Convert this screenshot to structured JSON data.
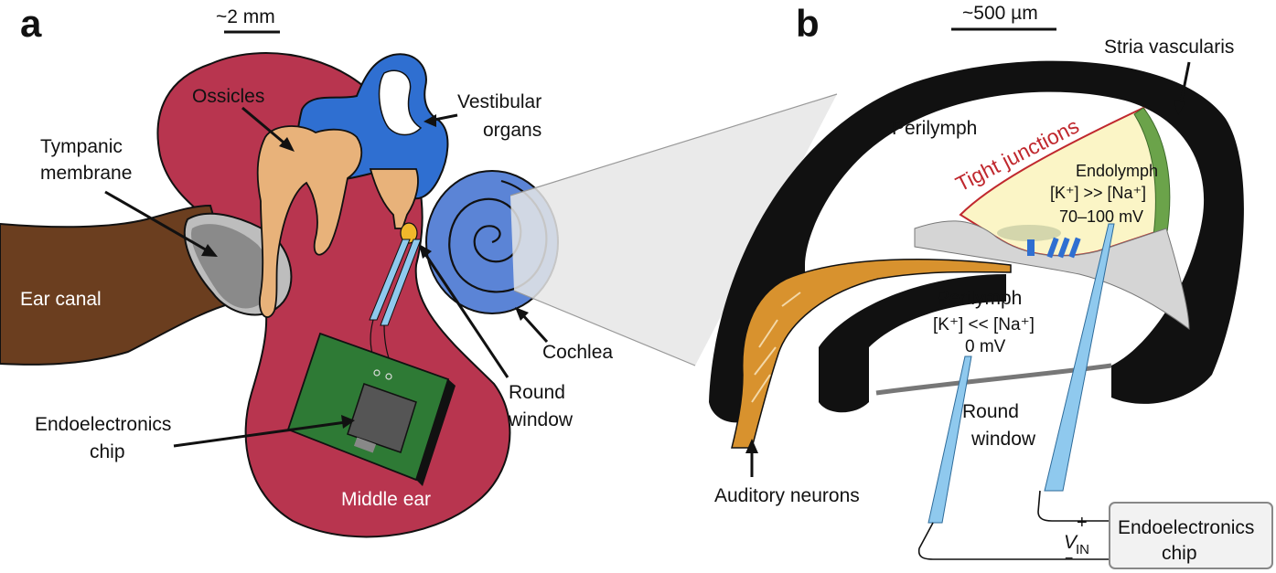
{
  "panel_a": {
    "letter": "a",
    "scale_bar": "~2 mm",
    "labels": {
      "ossicles": "Ossicles",
      "vestibular_1": "Vestibular",
      "vestibular_2": "organs",
      "tympanic_1": "Tympanic",
      "tympanic_2": "membrane",
      "ear_canal": "Ear canal",
      "cochlea": "Cochlea",
      "round_window_1": "Round",
      "round_window_2": "window",
      "chip_1": "Endoelectronics",
      "chip_2": "chip",
      "middle_ear": "Middle ear"
    }
  },
  "panel_b": {
    "letter": "b",
    "scale_bar": "~500 µm",
    "labels": {
      "stria": "Stria vascularis",
      "perilymph_top": "Perilymph",
      "tight_junctions": "Tight junctions",
      "endolymph": "Endolymph",
      "endolymph_ion": "[K⁺] >> [Na⁺]",
      "endolymph_mv": "70–100 mV",
      "perilymph_mid": "Perilymph",
      "perilymph_ion": "[K⁺] << [Na⁺]",
      "perilymph_mv": "0 mV",
      "round_window_1": "Round",
      "round_window_2": "window",
      "auditory_neurons": "Auditory neurons",
      "plus": "+",
      "vin": "V",
      "vin_sub": "IN",
      "minus": "−",
      "chip_1": "Endoelectronics",
      "chip_2": "chip"
    }
  },
  "colors": {
    "middle_ear": "#b8354f",
    "ear_canal": "#6b3e1f",
    "vestibular": "#2f6fd1",
    "ossicles": "#e8b27a",
    "cochlea": "#5b84d6",
    "electrode": "#8fc9ee",
    "chip": "#2e7a35",
    "endolymph": "#fbf5c6",
    "bone": "#111111",
    "neurons": "#d8922e"
  }
}
